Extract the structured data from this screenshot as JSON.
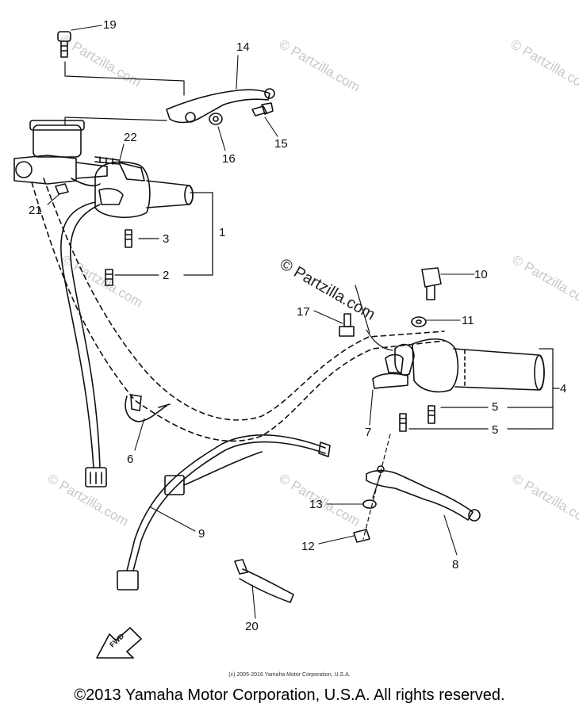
{
  "watermark_text": "© Partzilla.com",
  "callouts": [
    "19",
    "14",
    "15",
    "16",
    "22",
    "21",
    "3",
    "1",
    "2",
    "10",
    "11",
    "17",
    "4",
    "5",
    "5",
    "7",
    "6",
    "9",
    "13",
    "12",
    "8",
    "20"
  ],
  "fwd_label": "FWD",
  "small_copyright": "(c) 2005-2016 Yamaha Motor Corporation, U.S.A.",
  "footer_copyright": "©2013 Yamaha Motor Corporation, U.S.A. All rights reserved."
}
